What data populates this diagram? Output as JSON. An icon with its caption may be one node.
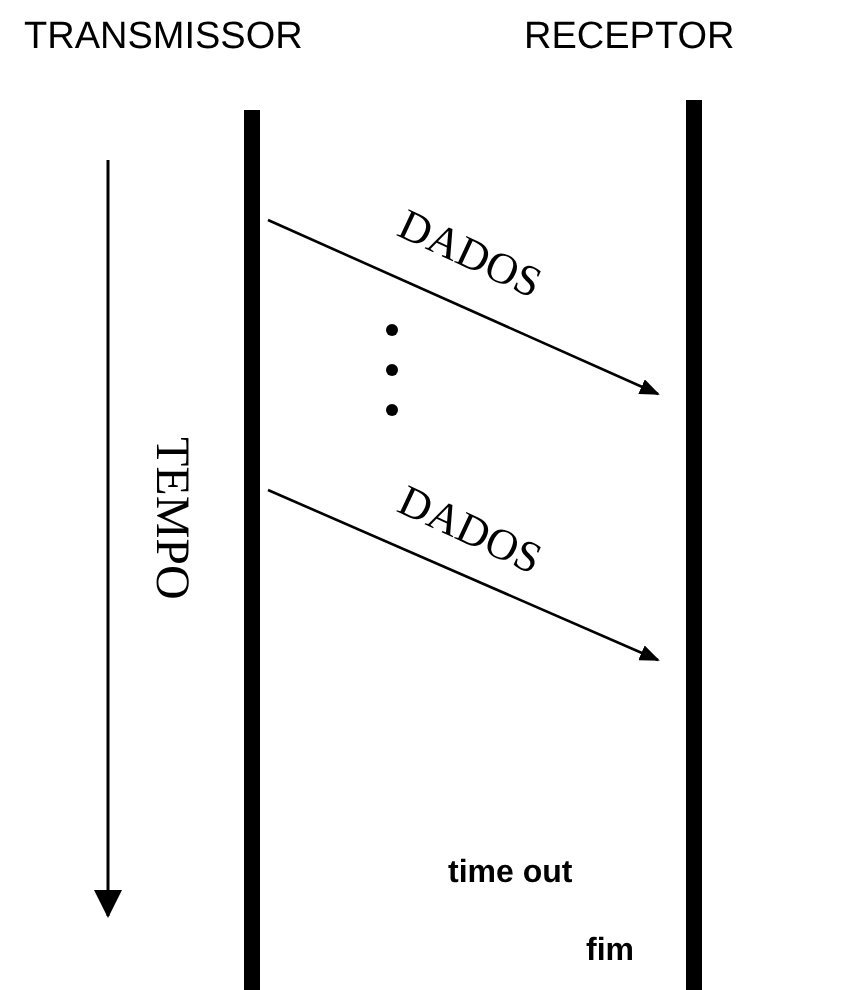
{
  "diagram": {
    "nodes": [
      {
        "text": [
          "TRANSMISSOR"
        ]
      },
      {
        "text": [
          "RECEPTOR"
        ]
      }
    ],
    "edges": [
      {
        "from": 0,
        "to": 1,
        "arrow": "to",
        "label": "DADOS"
      },
      {
        "from": 0,
        "to": 1,
        "arrow": "to",
        "label": "DADOS"
      }
    ],
    "labels": [
      "TEMPO",
      "time out",
      "fim"
    ]
  }
}
